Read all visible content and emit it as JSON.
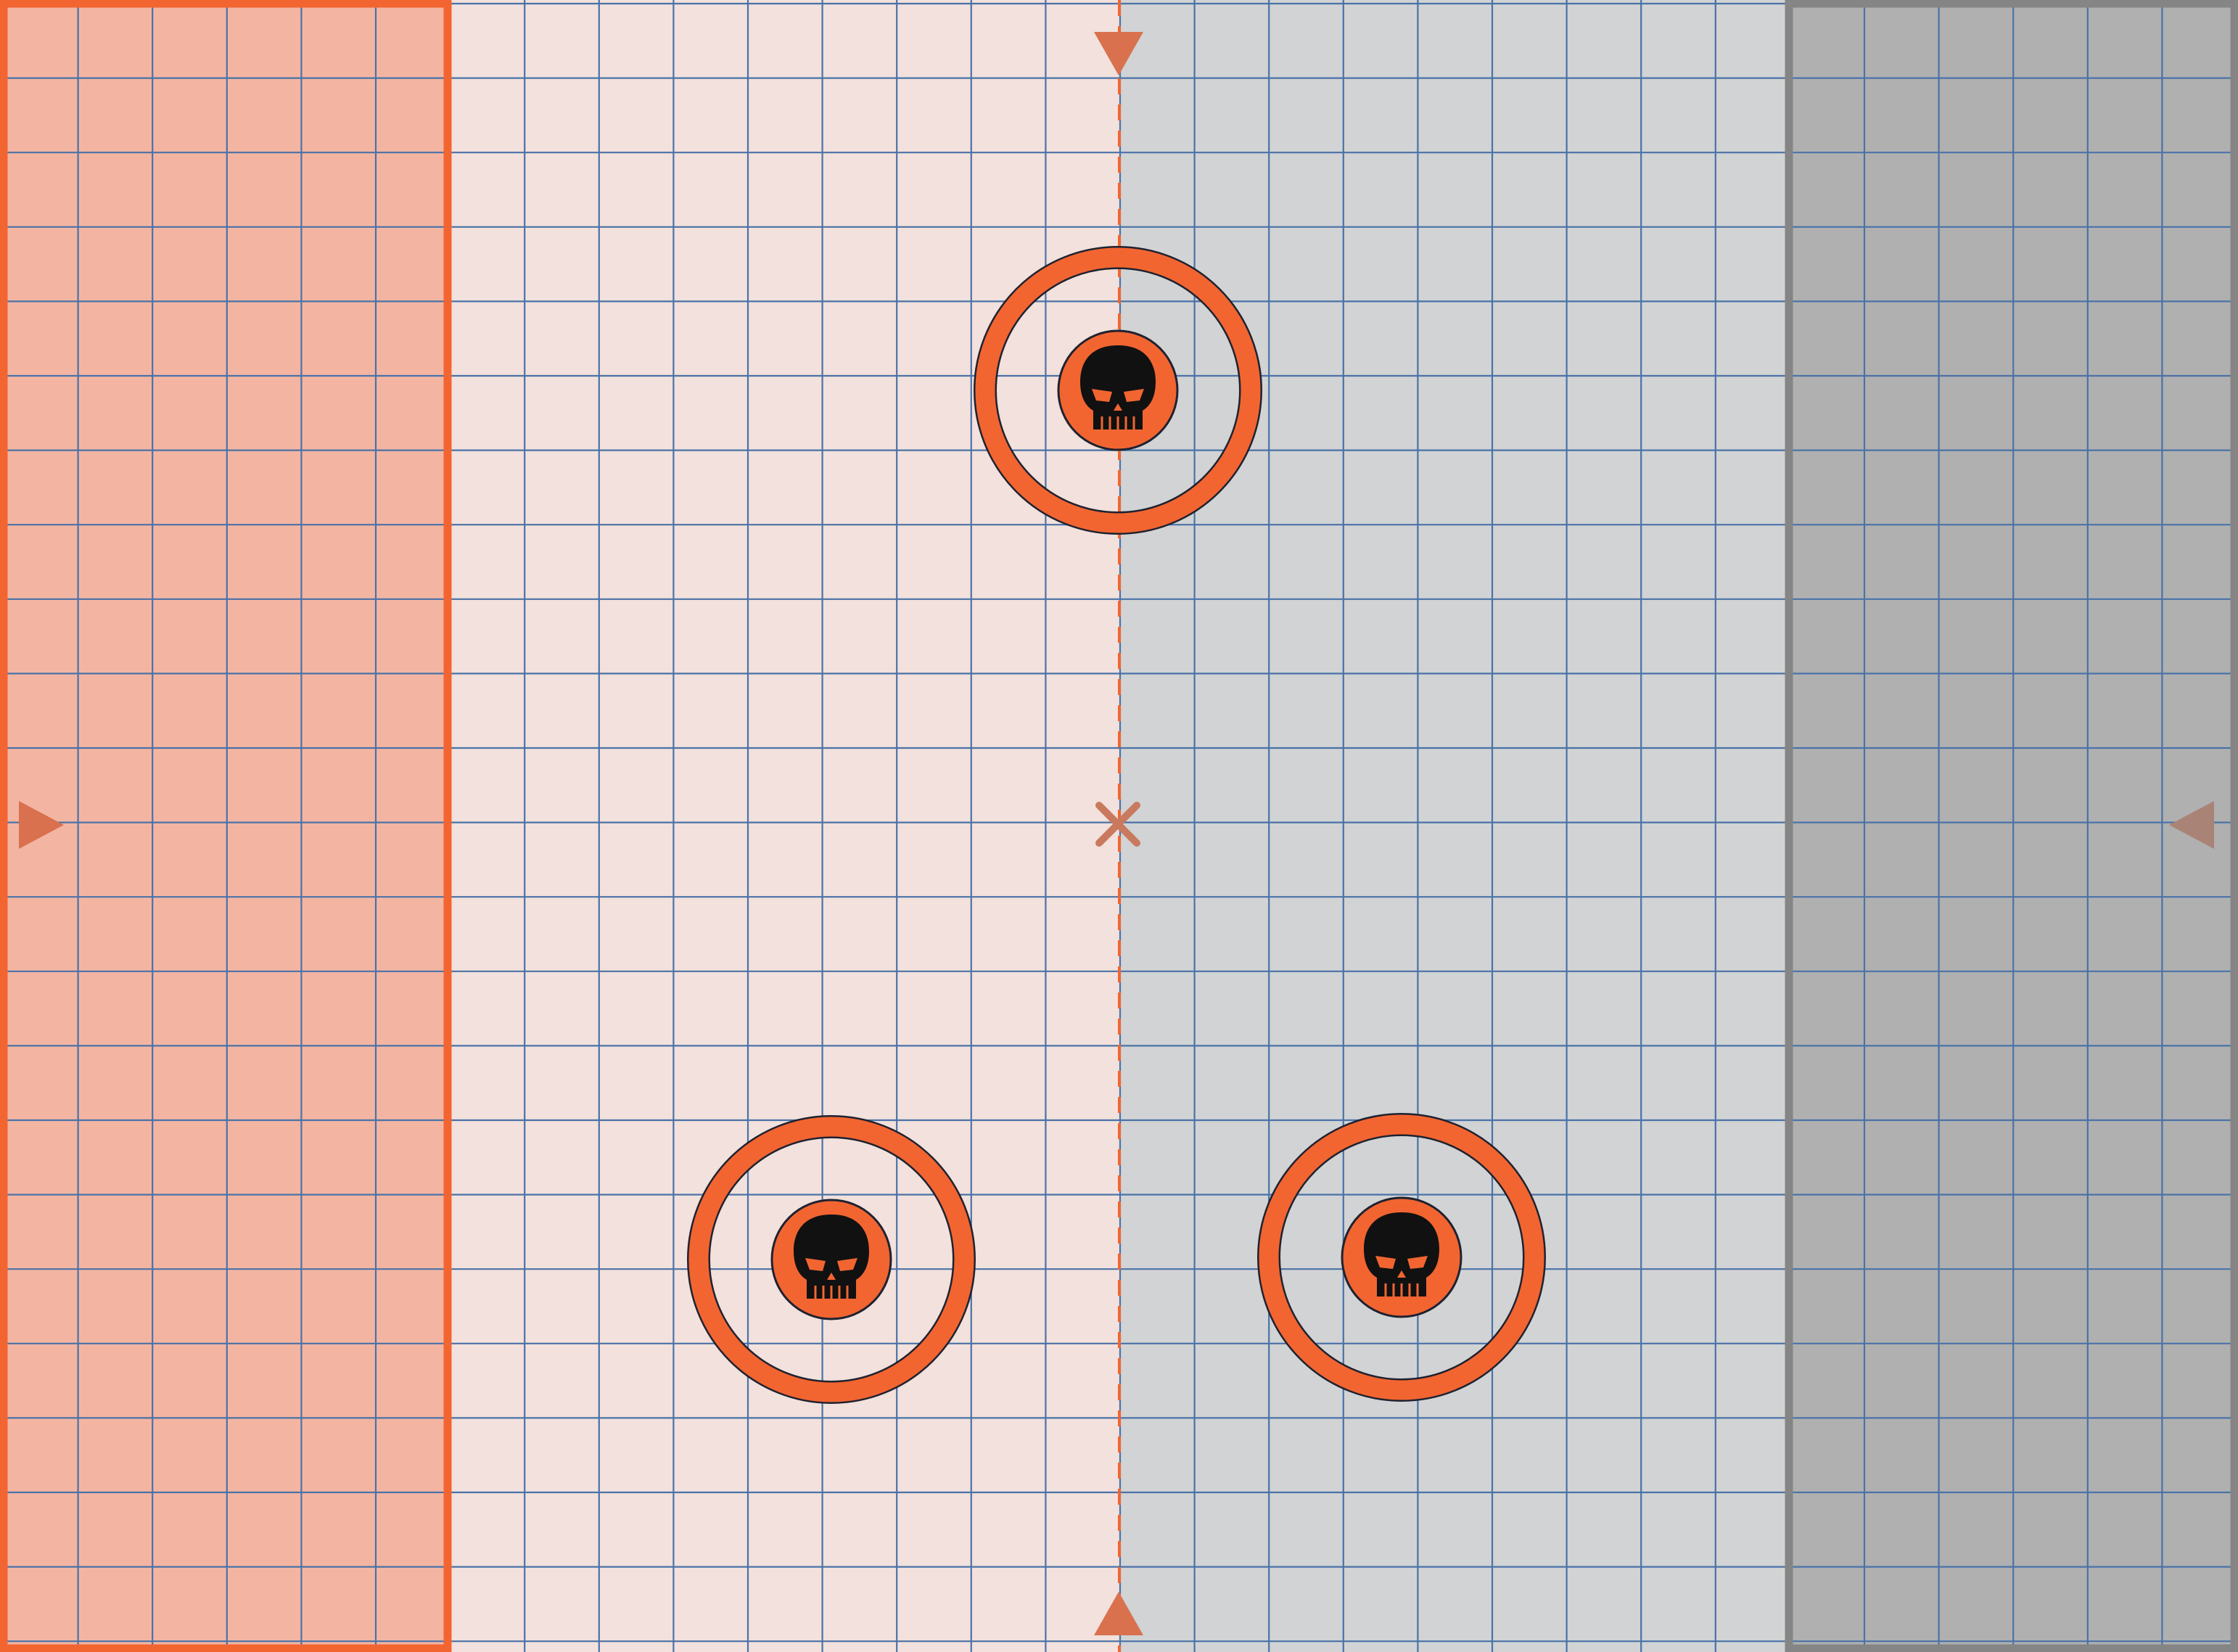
{
  "board": {
    "description_visible_text": "",
    "colors": {
      "player_zone_orange": "#f3b5a2",
      "player_zone_orange_border": "#f26531",
      "mid_orange_half": "#f2e1dc",
      "mid_grey_half": "#d1d3d4",
      "player_zone_grey": "#b0b0b0",
      "player_zone_grey_border": "#858585",
      "grid_line": "#4a72a8",
      "center_line": "#f26531",
      "marker_orange": "#d9714e",
      "marker_grey": "#a98476",
      "objective_orange": "#f26531",
      "objective_outline": "#1f2230",
      "skull": "#111111"
    },
    "grid": {
      "columns": 30,
      "rows": 22
    },
    "zones": [
      {
        "name": "orange-deployment-zone",
        "color": "orange"
      },
      {
        "name": "orange-half",
        "color": "light-orange"
      },
      {
        "name": "grey-half",
        "color": "light-grey"
      },
      {
        "name": "grey-deployment-zone",
        "color": "grey"
      }
    ],
    "markers": [
      {
        "name": "top-center-arrow-icon",
        "direction": "down"
      },
      {
        "name": "bottom-center-arrow-icon",
        "direction": "up"
      },
      {
        "name": "left-edge-arrow-icon",
        "direction": "right"
      },
      {
        "name": "right-edge-arrow-icon",
        "direction": "left"
      },
      {
        "name": "center-cross-icon",
        "direction": "none"
      }
    ],
    "objectives": [
      {
        "name": "objective-top-center",
        "icon": "skull-icon"
      },
      {
        "name": "objective-bottom-left",
        "icon": "skull-icon"
      },
      {
        "name": "objective-bottom-right",
        "icon": "skull-icon"
      }
    ]
  }
}
